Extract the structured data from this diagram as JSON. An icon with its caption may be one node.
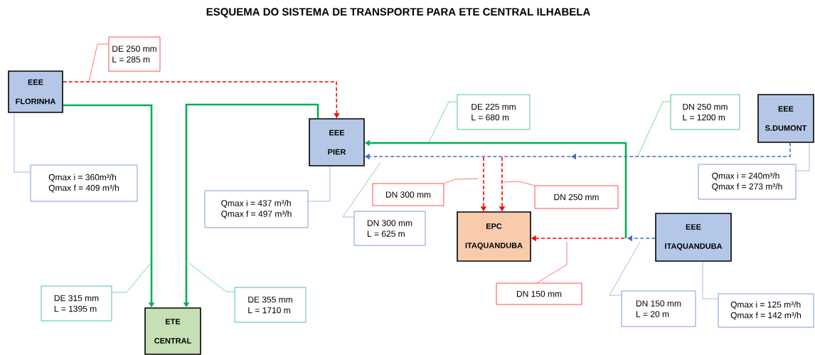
{
  "diagram": {
    "title": "ESQUEMA DO SISTEMA DE TRANSPORTE PARA ETE CENTRAL ILHABELA",
    "nodes": [
      {
        "text": [
          "EEE",
          "FLORINHA"
        ]
      },
      {
        "text": [
          "EEE",
          "PIER"
        ]
      },
      {
        "text": [
          "EEE",
          "S.DUMONT"
        ]
      },
      {
        "text": [
          "EPC",
          "ITAQUANDUBA"
        ]
      },
      {
        "text": [
          "EEE",
          "ITAQUANDUBA"
        ]
      },
      {
        "text": [
          "ETE",
          "CENTRAL"
        ]
      },
      {
        "text": [
          "DE 250 mm",
          "L = 285 m"
        ]
      },
      {
        "text": [
          "Qmax i = 360m³/h",
          "Qmax f = 409 m³/h"
        ]
      },
      {
        "text": [
          "DE 225 mm",
          "L = 680 m"
        ]
      },
      {
        "text": [
          "DN 250 mm",
          "L = 1200 m"
        ]
      },
      {
        "text": [
          "Qmax i = 437 m³/h",
          "Qmax f = 497 m³/h"
        ]
      },
      {
        "text": [
          "DN 300 mm"
        ]
      },
      {
        "text": [
          "DN 250 mm"
        ]
      },
      {
        "text": [
          "DN 300 mm",
          "L = 625 m"
        ]
      },
      {
        "text": [
          "Qmax i = 240m³/h",
          "Qmax f = 273 m³/h"
        ]
      },
      {
        "text": [
          "DE 315 mm",
          "L = 1395 m"
        ]
      },
      {
        "text": [
          "DE 355 mm",
          "L = 1710 m"
        ]
      },
      {
        "text": [
          "DN 150 mm"
        ]
      },
      {
        "text": [
          "DN 150 mm",
          "L = 20 m"
        ]
      },
      {
        "text": [
          "Qmax i = 125 m³/h",
          "Qmax f = 142 m³/h"
        ]
      }
    ],
    "edges": [
      {
        "from": 0,
        "to": 1,
        "arrow": "to",
        "style": "dashed",
        "color": "#ff0000"
      },
      {
        "from": 0,
        "to": 5,
        "arrow": "to",
        "style": "thick",
        "color": "#00b050"
      },
      {
        "from": 1,
        "to": 5,
        "arrow": "to",
        "style": "thick",
        "color": "#00b050"
      },
      {
        "from": null,
        "to": 1,
        "arrow": "to",
        "style": "thick",
        "color": "#00b050"
      },
      {
        "from": 2,
        "to": 1,
        "arrow": "to",
        "style": "dashed",
        "color": "#4472c4"
      },
      {
        "from": 4,
        "to": null,
        "arrow": "to",
        "style": "dashed",
        "color": "#4472c4"
      },
      {
        "from": null,
        "to": 3,
        "arrow": "to",
        "style": "dashed",
        "color": "#ff0000"
      },
      {
        "from": null,
        "to": 3,
        "arrow": "to",
        "style": "dashed",
        "color": "#ff0000"
      },
      {
        "from": null,
        "to": 3,
        "arrow": "to",
        "style": "dashed",
        "color": "#ff0000"
      },
      {
        "from": 6,
        "to": null,
        "arrow": "none",
        "color": "#ff5050"
      },
      {
        "from": 7,
        "to": 0,
        "arrow": "none",
        "color": "#8eaadb"
      },
      {
        "from": 8,
        "to": null,
        "arrow": "none",
        "color": "#4fd184"
      },
      {
        "from": 9,
        "to": null,
        "arrow": "none",
        "color": "#4fd184"
      },
      {
        "from": 10,
        "to": 1,
        "arrow": "none",
        "color": "#8eaadb"
      },
      {
        "from": 11,
        "to": null,
        "arrow": "none",
        "color": "#ff5050"
      },
      {
        "from": 12,
        "to": null,
        "arrow": "none",
        "color": "#ff5050"
      },
      {
        "from": 13,
        "to": null,
        "arrow": "none",
        "color": "#8eaadb"
      },
      {
        "from": 14,
        "to": 2,
        "arrow": "none",
        "color": "#8eaadb"
      },
      {
        "from": 15,
        "to": null,
        "arrow": "none",
        "color": "#4fd184"
      },
      {
        "from": 16,
        "to": null,
        "arrow": "none",
        "color": "#4fd184"
      },
      {
        "from": 17,
        "to": null,
        "arrow": "none",
        "color": "#ff5050"
      },
      {
        "from": 18,
        "to": null,
        "arrow": "none",
        "color": "#8eaadb"
      },
      {
        "from": 19,
        "to": 4,
        "arrow": "none",
        "color": "#8eaadb"
      }
    ]
  }
}
